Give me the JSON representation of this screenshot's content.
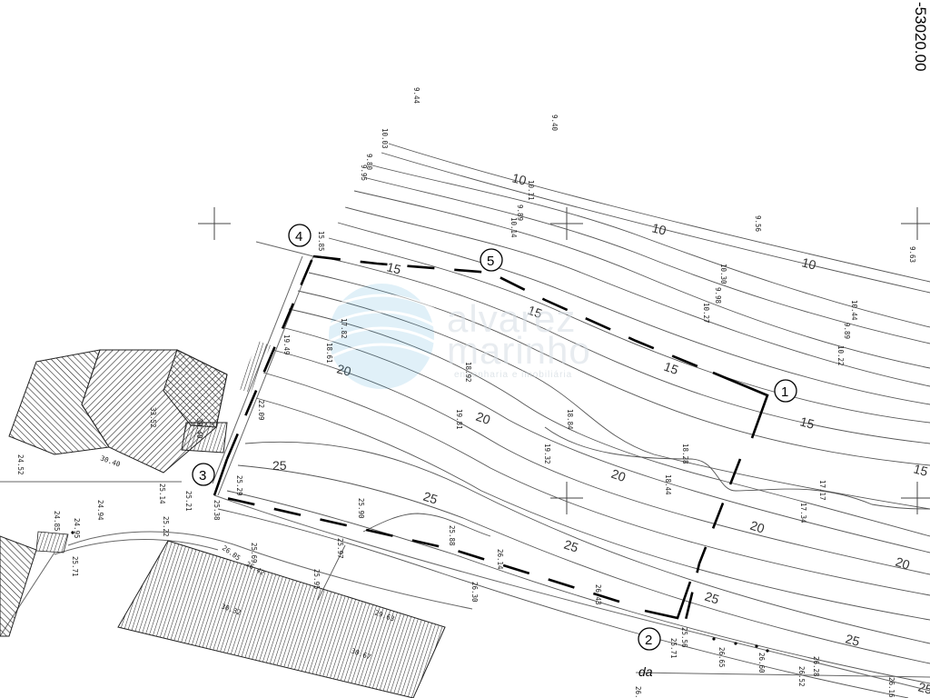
{
  "coordinate_label": "-53020.00",
  "watermark": {
    "line1": "alvarez",
    "line2": "marinho",
    "tagline": "engenharia e imobiliária",
    "color": "#5fb3d9"
  },
  "street_label": "da",
  "vertices": [
    "1",
    "2",
    "3",
    "4",
    "5"
  ],
  "contour_labels": [
    "10",
    "10",
    "10",
    "15",
    "15",
    "15",
    "15",
    "15",
    "20",
    "20",
    "20",
    "20",
    "20",
    "25",
    "25",
    "25",
    "25",
    "25",
    "25"
  ],
  "spot_heights": [
    "9.44",
    "9.40",
    "10.03",
    "9.80",
    "9.95",
    "10.11",
    "9.89",
    "10.14",
    "9.56",
    "9.63",
    "15.85",
    "10.30",
    "9.98",
    "10.27",
    "10.44",
    "9.89",
    "10.22",
    "17.82",
    "18.61",
    "19.49",
    "18.92",
    "22.09",
    "19.81",
    "18.84",
    "19.32",
    "18.28",
    "17.17",
    "18.44",
    "17.34",
    "24.52",
    "30.40",
    "30.40",
    "33.52",
    "25.29",
    "25.14",
    "25.21",
    "25.38",
    "25.90",
    "24.85",
    "24.95",
    "24.94",
    "25.22",
    "25.71",
    "25.97",
    "25.69",
    "25.88",
    "26.05",
    "26.42",
    "25.95",
    "26.14",
    "30.32",
    "26.30",
    "26.43",
    "29.63",
    "30.67",
    "25.56",
    "25.71",
    "26.65",
    "26.60",
    "26.28",
    "26.52",
    "26.16",
    "26."
  ],
  "colors": {
    "line": "#000000",
    "contour": "#555555",
    "hatch": "#222222"
  }
}
